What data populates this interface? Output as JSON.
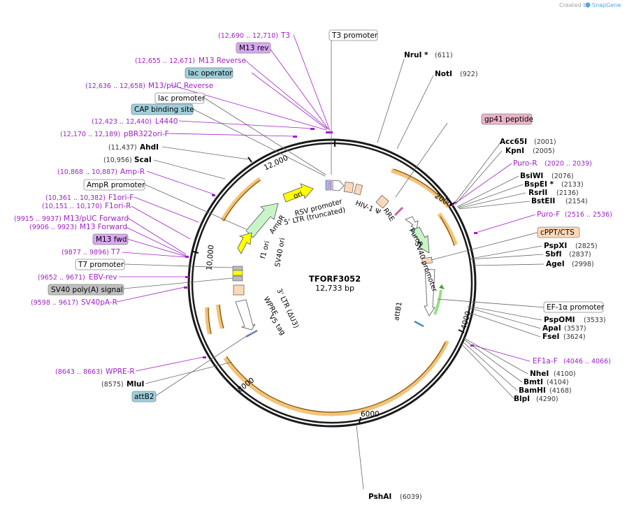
{
  "credit": {
    "created_by": "Created by",
    "brand": "SnapGene"
  },
  "plasmid": {
    "name": "TFORF3052",
    "size_label": "12,733 bp"
  },
  "ticks": [
    "2000",
    "4000",
    "6000",
    "8000",
    "10,000",
    "12,000"
  ],
  "enzymes_right": [
    {
      "name": "NruI *",
      "pos": "(611)"
    },
    {
      "name": "NotI",
      "pos": "(922)"
    },
    {
      "name": "Acc65I",
      "pos": "(2001)"
    },
    {
      "name": "KpnI",
      "pos": "(2005)"
    },
    {
      "name": "BsiWI",
      "pos": "(2076)"
    },
    {
      "name": "BspEI *",
      "pos": "(2133)"
    },
    {
      "name": "RsrII",
      "pos": "(2136)"
    },
    {
      "name": "BstEII",
      "pos": "(2154)"
    },
    {
      "name": "PspXI",
      "pos": "(2825)"
    },
    {
      "name": "SbfI",
      "pos": "(2837)"
    },
    {
      "name": "AgeI",
      "pos": "(2998)"
    },
    {
      "name": "PspOMI",
      "pos": "(3533)"
    },
    {
      "name": "ApaI",
      "pos": "(3537)"
    },
    {
      "name": "FseI",
      "pos": "(3624)"
    },
    {
      "name": "NheI",
      "pos": "(4100)"
    },
    {
      "name": "BmtI",
      "pos": "(4104)"
    },
    {
      "name": "BamHI",
      "pos": "(4168)"
    },
    {
      "name": "BlpI",
      "pos": "(4290)"
    },
    {
      "name": "PshAI",
      "pos": "(6039)"
    }
  ],
  "enzymes_left": [
    {
      "name": "AhdI",
      "pos": "(11,437)"
    },
    {
      "name": "ScaI",
      "pos": "(10,956)"
    },
    {
      "name": "MluI",
      "pos": "(8575)"
    }
  ],
  "primers": [
    {
      "name": "T3",
      "pos": "(12,690 .. 12,710)"
    },
    {
      "name": "M13 Reverse",
      "pos": "(12,655 .. 12,671)"
    },
    {
      "name": "M13/pUC Reverse",
      "pos": "(12,636 .. 12,658)"
    },
    {
      "name": "L4440",
      "pos": "(12,423 .. 12,440)"
    },
    {
      "name": "pBR322ori-F",
      "pos": "(12,170 .. 12,189)"
    },
    {
      "name": "Amp-R",
      "pos": "(10,868 .. 10,887)"
    },
    {
      "name": "F1ori-F",
      "pos": "(10,361 .. 10,382)"
    },
    {
      "name": "F1ori-R",
      "pos": "(10,151 .. 10,170)"
    },
    {
      "name": "M13/pUC Forward",
      "pos": "(9915 .. 9937)"
    },
    {
      "name": "M13 Forward",
      "pos": "(9906 .. 9923)"
    },
    {
      "name": "T7",
      "pos": "(9877 .. 9896)"
    },
    {
      "name": "EBV-rev",
      "pos": "(9652 .. 9671)"
    },
    {
      "name": "SV40pA-R",
      "pos": "(9598 .. 9617)"
    },
    {
      "name": "WPRE-R",
      "pos": "(8643 .. 8663)"
    },
    {
      "name": "Puro-R",
      "pos": "(2020 .. 2039)"
    },
    {
      "name": "Puro-F",
      "pos": "(2516 .. 2536)"
    },
    {
      "name": "EF1a-F",
      "pos": "(4046 .. 4066)"
    }
  ],
  "boxed_features": [
    {
      "name": "T3 promoter"
    },
    {
      "name": "M13 rev"
    },
    {
      "name": "lac operator"
    },
    {
      "name": "lac promoter"
    },
    {
      "name": "CAP binding site"
    },
    {
      "name": "AmpR promoter"
    },
    {
      "name": "M13 fwd"
    },
    {
      "name": "T7 promoter"
    },
    {
      "name": "SV40 poly(A) signal"
    },
    {
      "name": "attB2"
    },
    {
      "name": "gp41 peptide"
    },
    {
      "name": "cPPT/CTS"
    },
    {
      "name": "EF-1α promoter"
    }
  ],
  "inner_labels": {
    "ori": "ori",
    "ampr": "AmpR",
    "f1_ori": "f1 ori",
    "sv40_ori": "SV40 ori",
    "rsv_promoter": "RSV promoter",
    "ltr5": "5' LTR (truncated)",
    "hiv_psi": "HIV-1 Ψ",
    "rre": "RRE",
    "puror": "PuroR",
    "sv40_promoter": "SV40 promoter",
    "attb1": "attB1",
    "ltr3": "3' LTR (ΔU3)",
    "wpre": "WPRE",
    "v5tag": "V5 tag"
  },
  "colors": {
    "backbone": "#1a1a1a",
    "orf": "#f0b860",
    "primer": "#a020c8",
    "ori": "#ffff00",
    "green_arrow": "#b8f0c0",
    "box_blue": "#9fcfdc",
    "box_pink": "#e8b4c8",
    "box_purple": "#d8a8f0",
    "box_gray": "#c0c0c0",
    "box_peach": "#fcd8b8"
  }
}
